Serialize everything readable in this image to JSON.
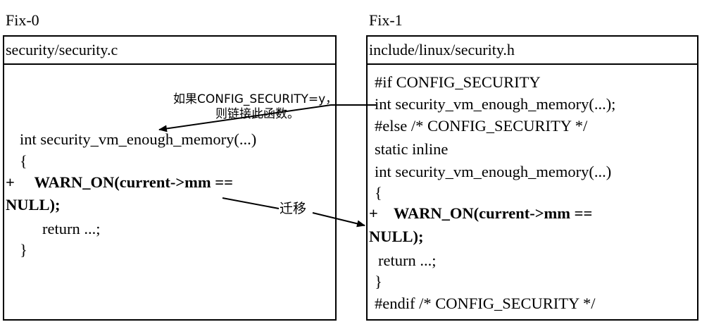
{
  "labels": {
    "left": "Fix-0",
    "right": "Fix-1"
  },
  "left_box": {
    "header": "security/security.c",
    "lines": [
      "int security_vm_enough_memory(...)",
      "{",
      "+     WARN_ON(current->mm ==",
      "NULL);",
      "return ...;",
      "}"
    ]
  },
  "right_box": {
    "header": "include/linux/security.h",
    "lines": [
      "#if CONFIG_SECURITY",
      "int security_vm_enough_memory(...);",
      "#else /* CONFIG_SECURITY */",
      "static inline",
      "int security_vm_enough_memory(...)",
      "{",
      "+    WARN_ON(current->mm ==",
      "NULL);",
      "return ...;",
      "}",
      "#endif /* CONFIG_SECURITY */"
    ]
  },
  "annotations": {
    "link_line1": "如果CONFIG_SECURITY=y，",
    "link_line2": "则链接此函数。",
    "migrate": "迁移"
  }
}
